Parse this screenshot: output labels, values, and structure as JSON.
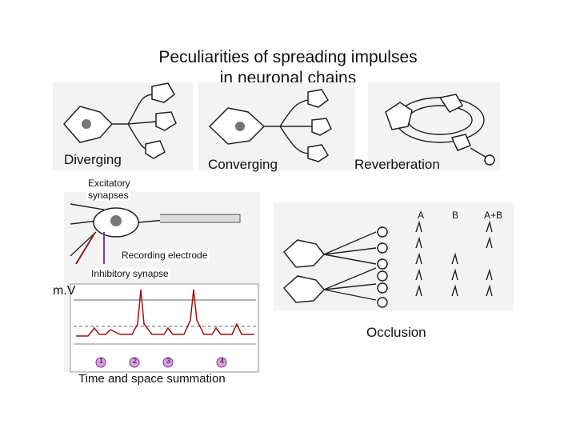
{
  "title": {
    "line1": "Peculiarities of spreading impulses",
    "line2": "in neuronal chains"
  },
  "labels": {
    "diverging": "Diverging",
    "converging": "Converging",
    "reverberation": "Reverberation",
    "excitatory": "Excitatory",
    "synapses": "synapses",
    "recording_electrode": "Recording electrode",
    "inhibitory_synapse": "Inhibitory synapse",
    "mv": "m.V",
    "occlusion": "Occlusion",
    "summation": "Time and space summation"
  },
  "occlusion_columns": [
    "A",
    "B",
    "A+B"
  ],
  "summation_markers": [
    "1",
    "2",
    "3",
    "4"
  ]
}
